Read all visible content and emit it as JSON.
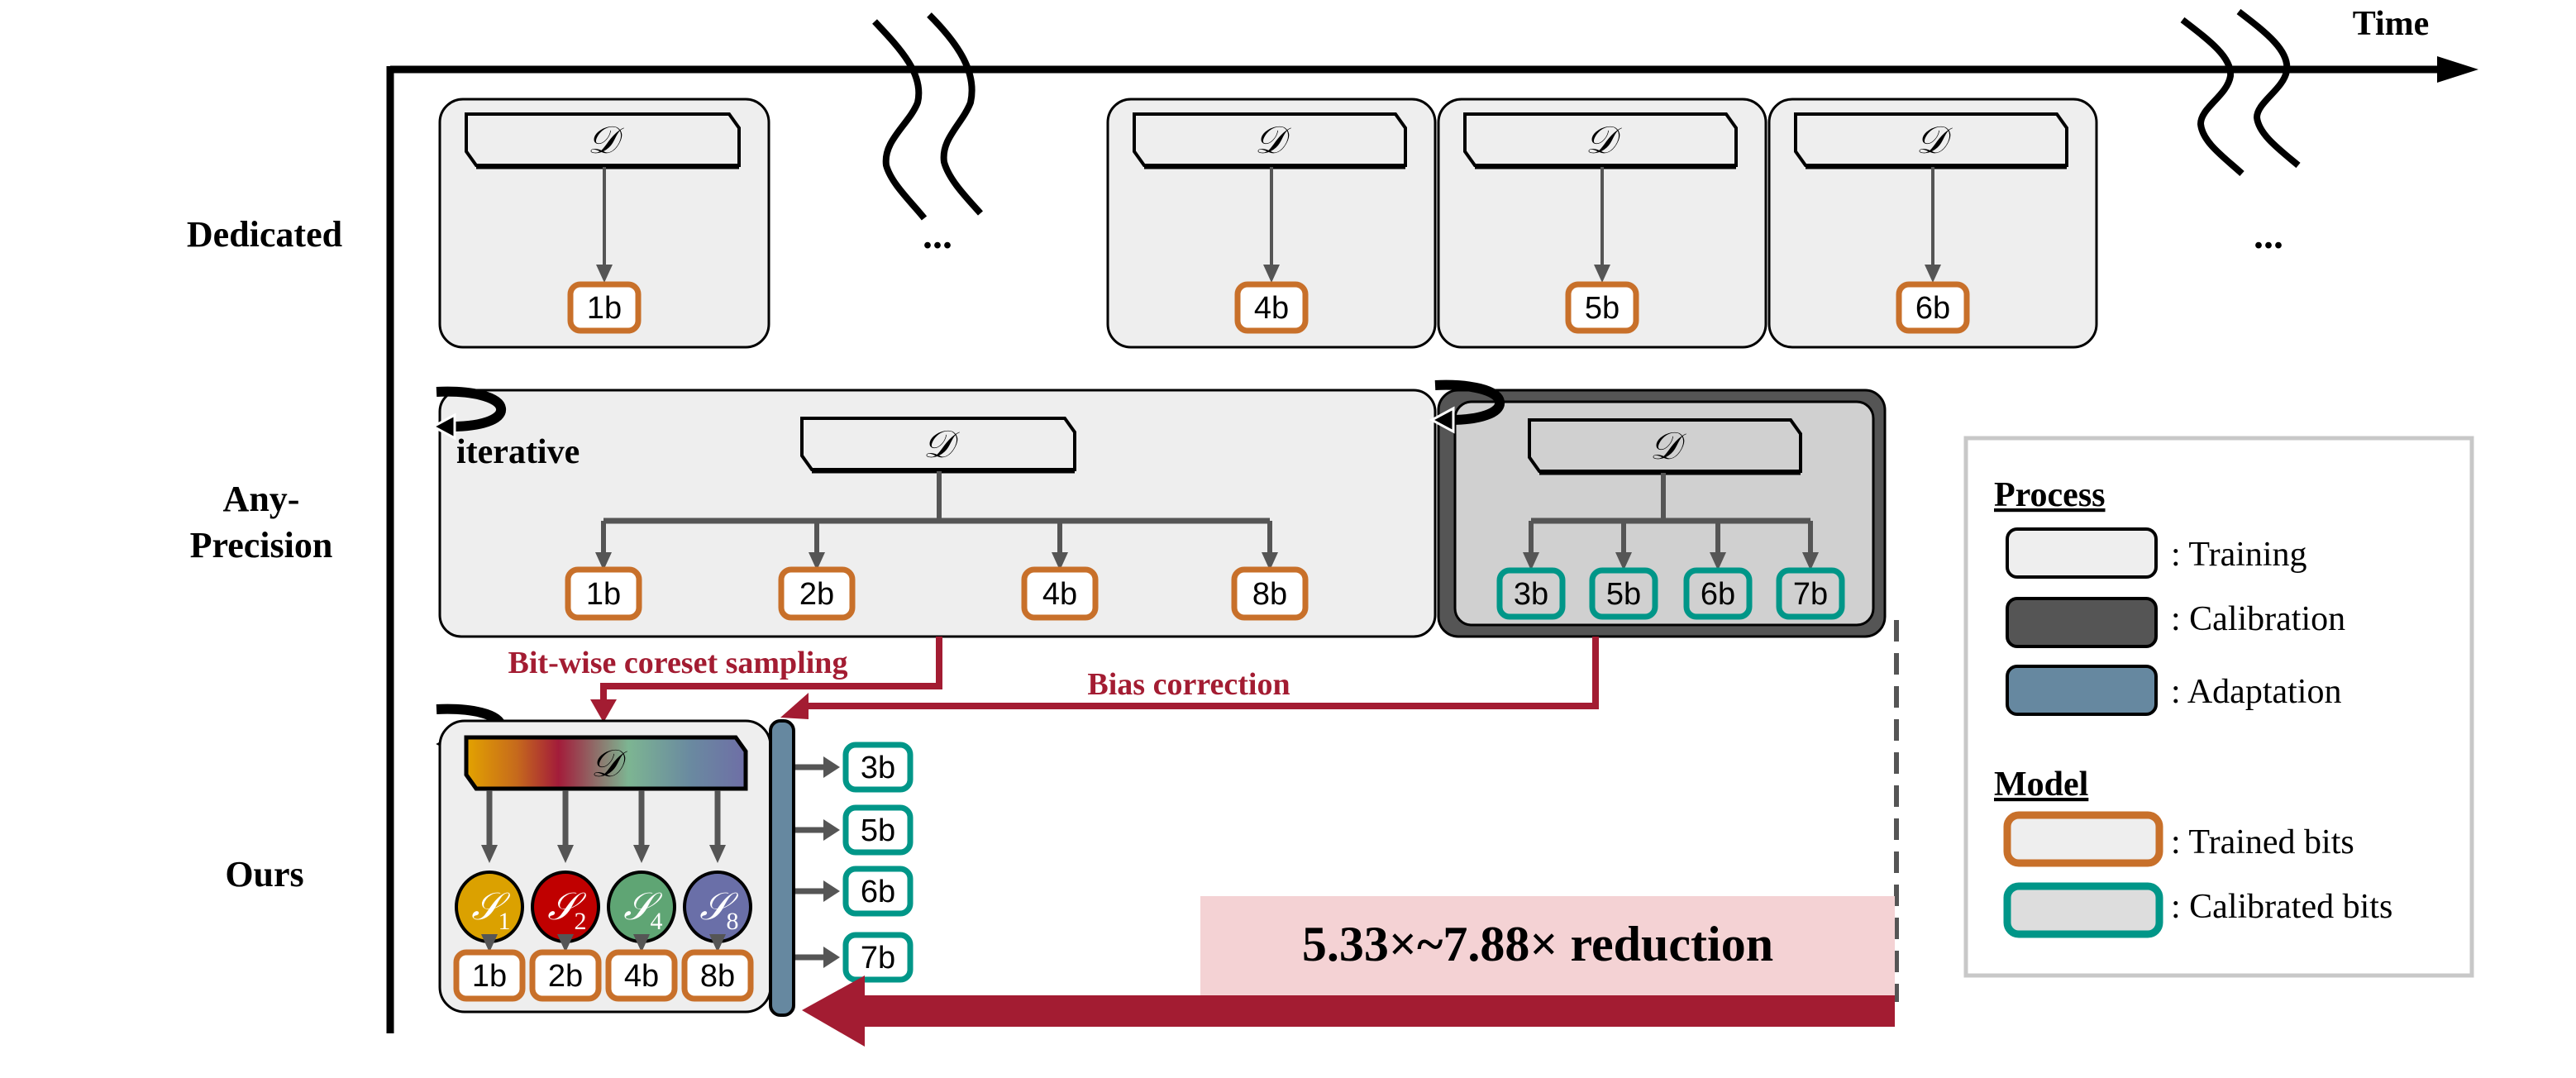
{
  "axis": {
    "time_label": "Time",
    "ellipsis": "..."
  },
  "rows": {
    "dedicated": "Dedicated",
    "any_precision_line1": "Any-",
    "any_precision_line2": "Precision",
    "ours": "Ours"
  },
  "dataset_symbol": "𝒟",
  "dedicated": {
    "models": [
      "1b",
      "4b",
      "5b",
      "6b"
    ]
  },
  "any_precision": {
    "iterative_label": "iterative",
    "trained_bits": [
      "1b",
      "2b",
      "4b",
      "8b"
    ],
    "calibrated_bits": [
      "3b",
      "5b",
      "6b",
      "7b"
    ]
  },
  "ours": {
    "subsets": [
      {
        "symbol": "𝒮",
        "sub": "1",
        "color": "#dba100"
      },
      {
        "symbol": "𝒮",
        "sub": "2",
        "color": "#c00000"
      },
      {
        "symbol": "𝒮",
        "sub": "4",
        "color": "#5fa574"
      },
      {
        "symbol": "𝒮",
        "sub": "8",
        "color": "#6a6fa8"
      }
    ],
    "trained_bits": [
      "1b",
      "2b",
      "4b",
      "8b"
    ],
    "adapted_bits": [
      "3b",
      "5b",
      "6b",
      "7b"
    ]
  },
  "annotations": {
    "coreset": "Bit-wise coreset sampling",
    "bias": "Bias correction",
    "reduction": "5.33×~7.88×  reduction"
  },
  "legend": {
    "process_title": "Process",
    "process_items": [
      ": Training",
      ": Calibration",
      ": Adaptation"
    ],
    "model_title": "Model",
    "model_items": [
      ": Trained bits",
      ": Calibrated bits"
    ]
  },
  "colors": {
    "training_fill": "#eeeeee",
    "calibration_fill": "#555555",
    "calibration_inner": "#d0d0d0",
    "adaptation_fill": "#6688a0",
    "trained_border": "#c8702a",
    "calibrated_border": "#009688",
    "arrow_red": "#a31c32",
    "reduction_bg": "#f4d2d4",
    "connector_gray": "#555555"
  }
}
